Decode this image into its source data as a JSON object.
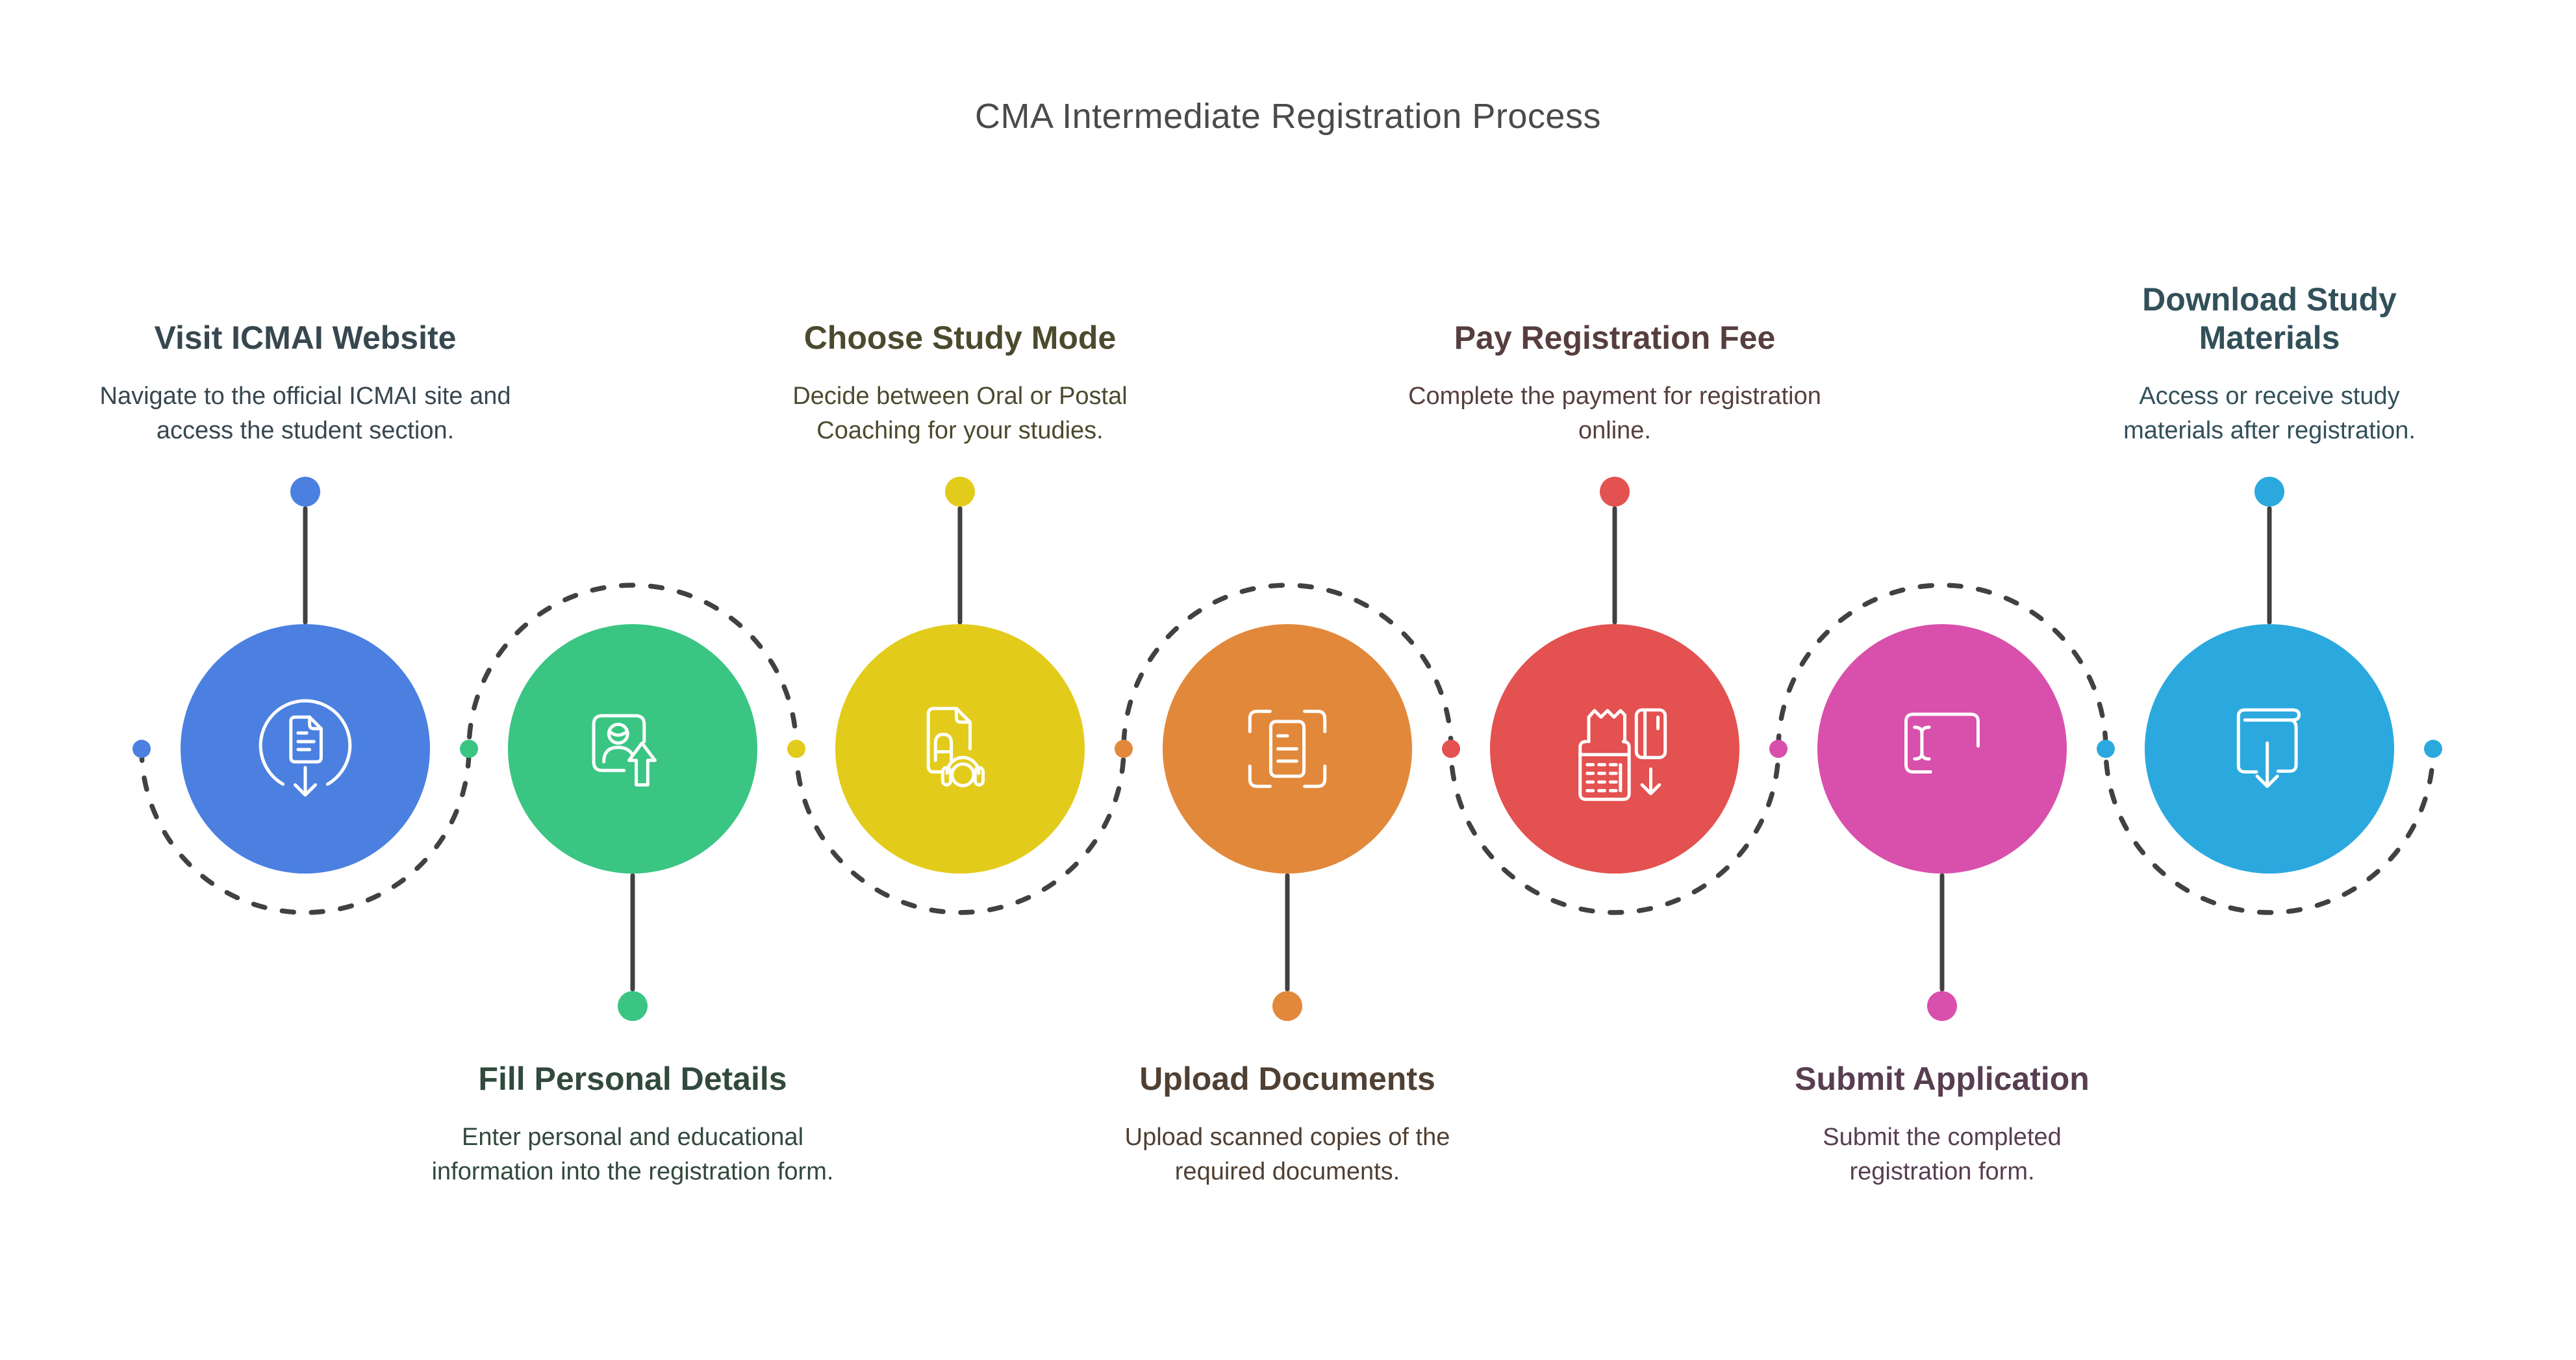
{
  "title": "CMA Intermediate Registration Process",
  "title_color": "#4a4a4a",
  "background": "#ffffff",
  "connector_color": "#414141",
  "icon_stroke": "#ffffff",
  "steps": [
    {
      "title": "Visit ICMAI Website",
      "description": "Navigate to the official ICMAI site and access the student section.",
      "color": "#4b80e1",
      "text_color": "#37474f",
      "icon": "document-download-circle-icon",
      "label_position": "above"
    },
    {
      "title": "Fill Personal Details",
      "description": "Enter personal and educational information into the registration form.",
      "color": "#3ac583",
      "text_color": "#32493d",
      "icon": "profile-upload-icon",
      "label_position": "below"
    },
    {
      "title": "Choose Study Mode",
      "description": "Decide between Oral or Postal Coaching for your studies.",
      "color": "#e3cb1b",
      "text_color": "#4c4a2e",
      "icon": "audio-document-icon",
      "label_position": "above"
    },
    {
      "title": "Upload Documents",
      "description": "Upload scanned copies of the required documents.",
      "color": "#e2883a",
      "text_color": "#4f4033",
      "icon": "scan-document-icon",
      "label_position": "below"
    },
    {
      "title": "Pay Registration Fee",
      "description": "Complete the payment for registration online.",
      "color": "#e35150",
      "text_color": "#573e3e",
      "icon": "payment-receipt-card-icon",
      "label_position": "above"
    },
    {
      "title": "Submit Application",
      "description": "Submit the completed registration form.",
      "color": "#d850ab",
      "text_color": "#573e50",
      "icon": "form-text-cursor-icon",
      "label_position": "below"
    },
    {
      "title": "Download Study Materials",
      "description": "Access or receive study materials after registration.",
      "color": "#2ba9df",
      "text_color": "#32505a",
      "icon": "book-download-icon",
      "label_position": "above"
    }
  ],
  "path_dot_colors": [
    "#4b80e1",
    "#3ac583",
    "#e3cb1b",
    "#e2883a",
    "#e35150",
    "#d850ab",
    "#2ba9df",
    "#2ba9df"
  ]
}
